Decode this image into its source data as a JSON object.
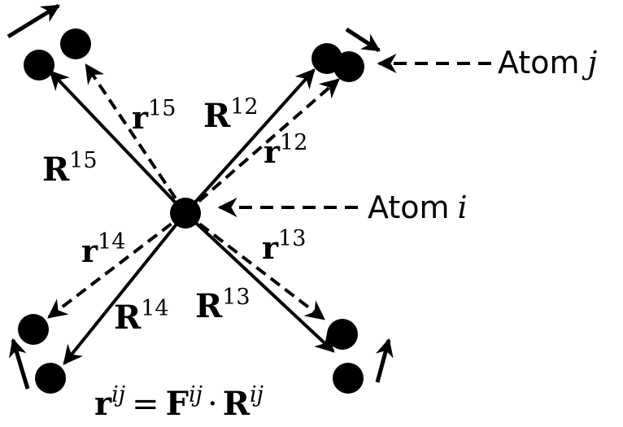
{
  "labels": {
    "atom_i": {
      "name": "Atom",
      "var": "i"
    },
    "atom_j": {
      "name": "Atom",
      "var": "j"
    },
    "R15": {
      "base": "R",
      "sup": "15"
    },
    "R12": {
      "base": "R",
      "sup": "12"
    },
    "R14": {
      "base": "R",
      "sup": "14"
    },
    "R13": {
      "base": "R",
      "sup": "13"
    },
    "r15": {
      "base": "r",
      "sup": "15"
    },
    "r12": {
      "base": "r",
      "sup": "12"
    },
    "r14": {
      "base": "r",
      "sup": "14"
    },
    "r13": {
      "base": "r",
      "sup": "13"
    }
  },
  "equation": {
    "lhs": "r",
    "lhs_sup": "ij",
    "eq": "=",
    "f": "F",
    "f_sup": "ij",
    "dot": "·",
    "rhs": "R",
    "rhs_sup": "ij"
  },
  "colors": {
    "ink": "#000000",
    "background": "#ffffff"
  }
}
